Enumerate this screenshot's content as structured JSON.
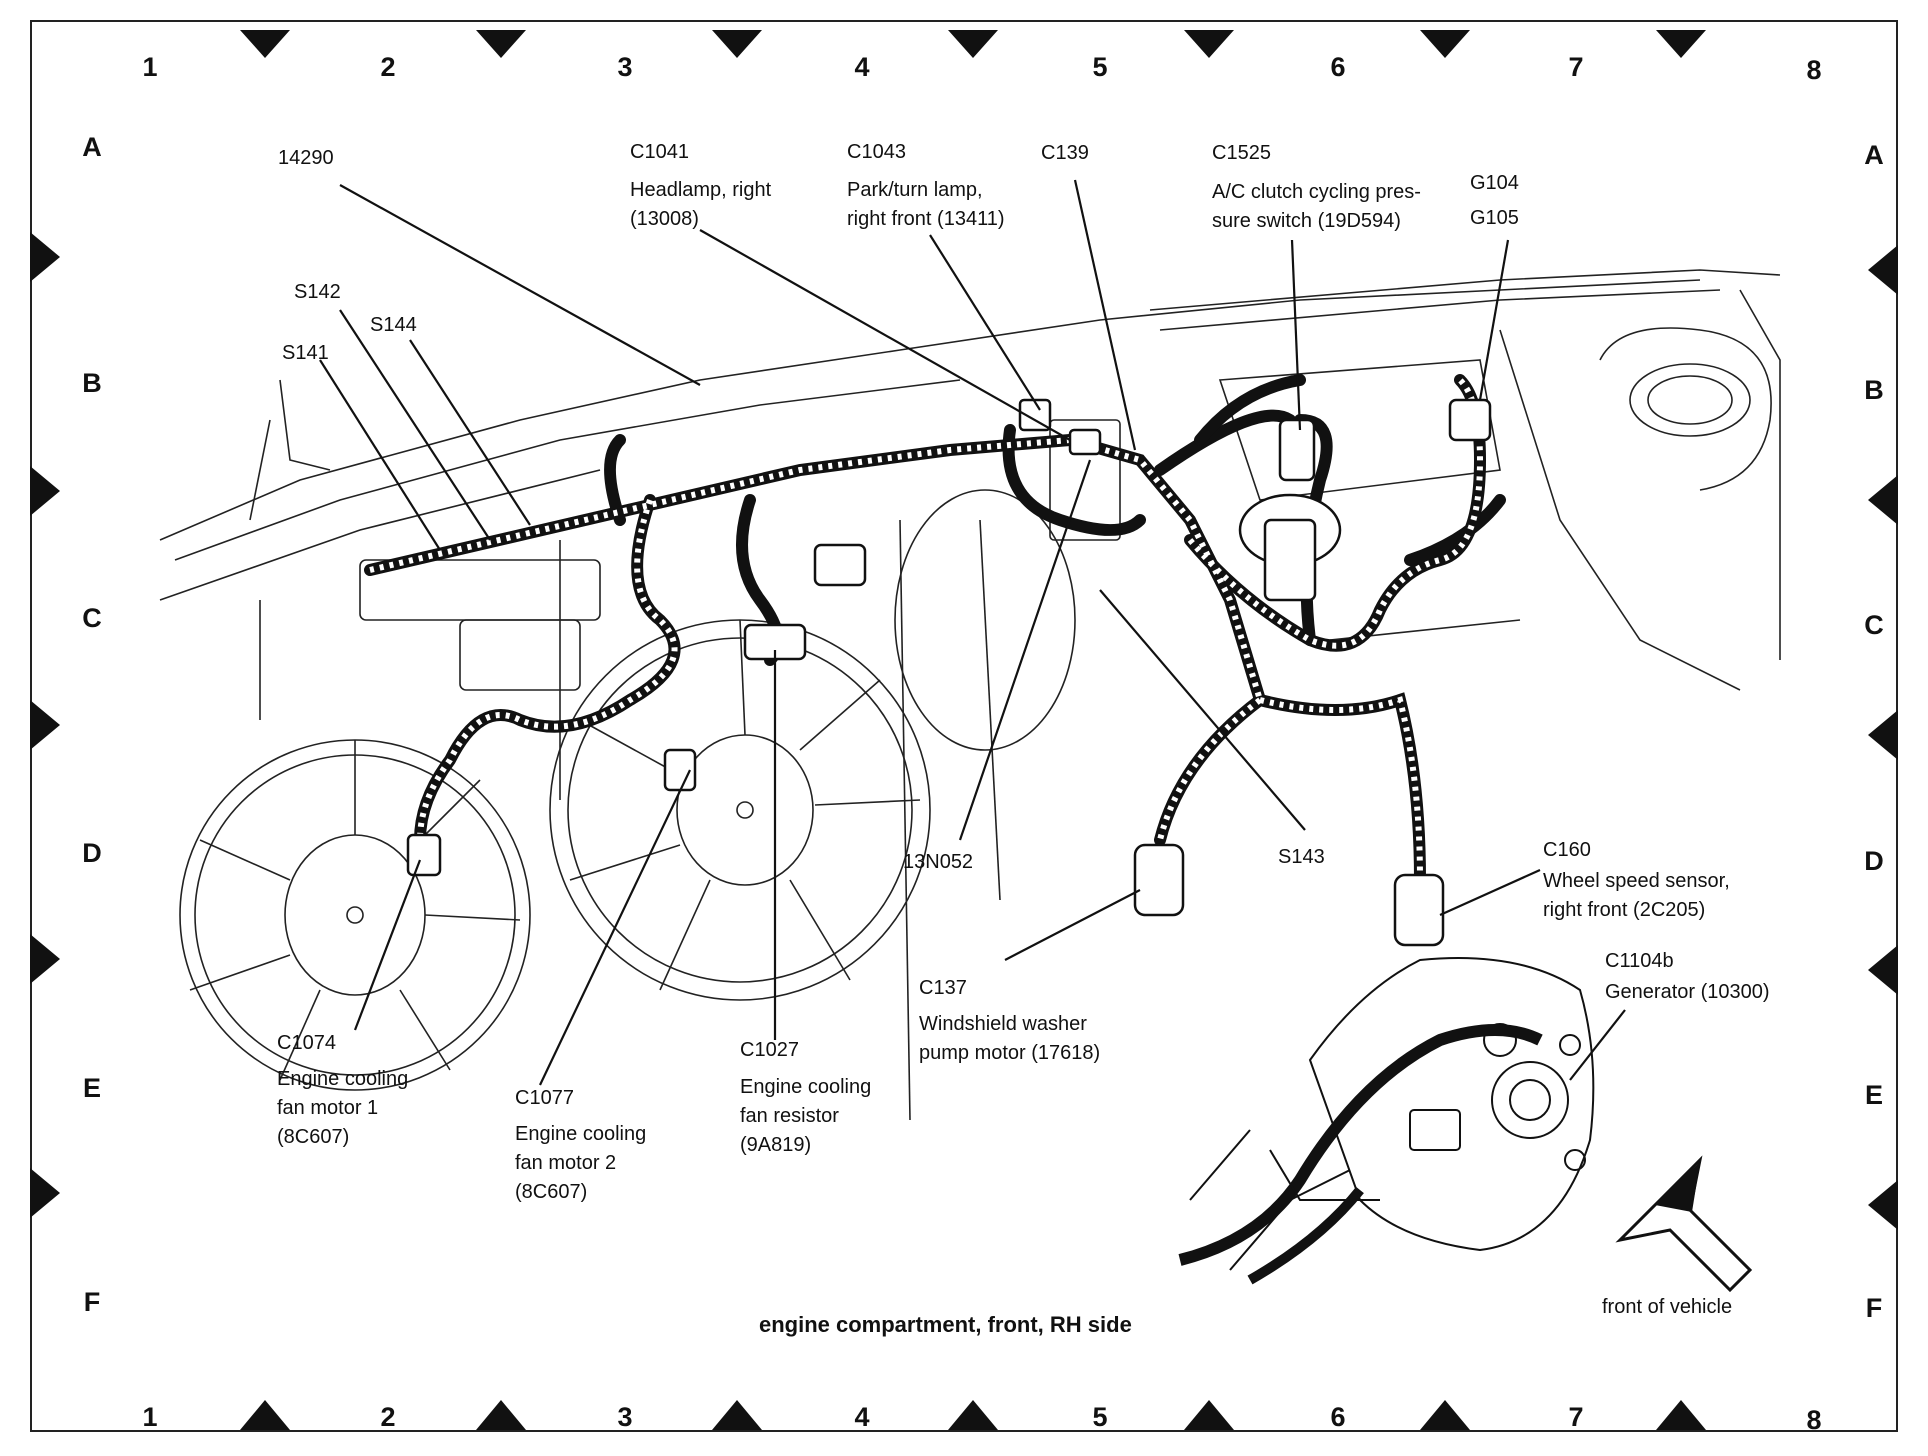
{
  "grid": {
    "columns": [
      "1",
      "2",
      "3",
      "4",
      "5",
      "6",
      "7",
      "8"
    ],
    "rows": [
      "A",
      "B",
      "C",
      "D",
      "E",
      "F"
    ]
  },
  "labels": {
    "l14290": "14290",
    "s142": "S142",
    "s144": "S144",
    "s141": "S141",
    "c1041_id": "C1041",
    "c1041_desc1": "Headlamp, right",
    "c1041_desc2": "(13008)",
    "c1043_id": "C1043",
    "c1043_desc1": "Park/turn lamp,",
    "c1043_desc2": "right front (13411)",
    "c139": "C139",
    "c1525_id": "C1525",
    "c1525_desc1": "A/C clutch cycling pres-",
    "c1525_desc2": "sure switch (19D594)",
    "g104": "G104",
    "g105": "G105",
    "n13n052": "13N052",
    "s143": "S143",
    "c160_id": "C160",
    "c160_desc1": "Wheel speed sensor,",
    "c160_desc2": "right front (2C205)",
    "c137_id": "C137",
    "c137_desc1": "Windshield washer",
    "c137_desc2": "pump motor (17618)",
    "c1104b_id": "C1104b",
    "c1104b_desc1": "Generator (10300)",
    "c1074_id": "C1074",
    "c1074_desc1": "Engine cooling",
    "c1074_desc2": "fan motor 1",
    "c1074_desc3": "(8C607)",
    "c1077_id": "C1077",
    "c1077_desc1": "Engine cooling",
    "c1077_desc2": "fan motor 2",
    "c1077_desc3": "(8C607)",
    "c1027_id": "C1027",
    "c1027_desc1": "Engine cooling",
    "c1027_desc2": "fan resistor",
    "c1027_desc3": "(9A819)",
    "front_of_vehicle": "front of vehicle"
  },
  "caption": "engine compartment, front, RH side"
}
